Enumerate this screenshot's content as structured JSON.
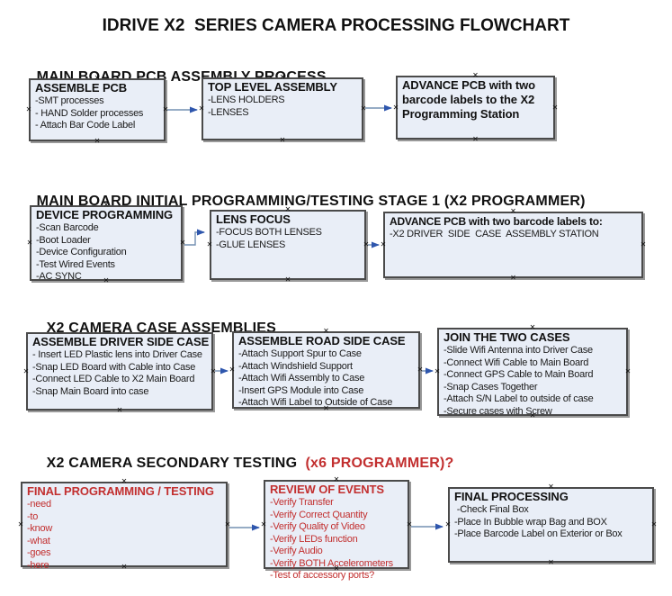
{
  "page_title": "IDRIVE X2  SERIES CAMERA PROCESSING FLOWCHART",
  "colors": {
    "background": "#ffffff",
    "box_fill": "#e9eef7",
    "box_border": "#4a4a4a",
    "box_shadow": "#999999",
    "arrow_line": "#7490b2",
    "arrow_head": "#2e56ad",
    "text_black": "#111111",
    "text_red": "#c22f2f"
  },
  "icons": {
    "connection_handle": "✕"
  },
  "sections": [
    {
      "heading": "MAIN BOARD PCB ASSEMBLY PROCESS",
      "boxes": [
        {
          "title": "ASSEMBLE PCB",
          "items": [
            "-SMT processes",
            "- HAND Solder processes",
            "- Attach Bar Code Label"
          ]
        },
        {
          "title": "TOP LEVEL ASSEMBLY",
          "items": [
            "-LENS HOLDERS",
            "-LENSES"
          ]
        },
        {
          "title": "ADVANCE PCB with two barcode labels to the  X2 Programming Station",
          "items": []
        }
      ]
    },
    {
      "heading": "MAIN BOARD INITIAL PROGRAMMING/TESTING STAGE 1 (X2 PROGRAMMER)",
      "boxes": [
        {
          "title": "DEVICE PROGRAMMING",
          "items": [
            "-Scan Barcode",
            "-Boot Loader",
            "-Device Configuration",
            "-Test Wired Events",
            "-AC SYNC"
          ]
        },
        {
          "title": "LENS FOCUS",
          "items": [
            "-FOCUS BOTH LENSES",
            "-GLUE LENSES"
          ]
        },
        {
          "title": "ADVANCE PCB with two barcode labels to:",
          "items": [
            "-X2 DRIVER  SIDE  CASE  ASSEMBLY STATION"
          ]
        }
      ]
    },
    {
      "heading": "X2 CAMERA CASE ASSEMBLIES",
      "boxes": [
        {
          "title": "ASSEMBLE DRIVER SIDE CASE",
          "items": [
            "- Insert LED Plastic lens into Driver Case",
            "-Snap LED Board with Cable into Case",
            "-Connect LED Cable to X2 Main Board",
            "-Snap Main Board into case"
          ]
        },
        {
          "title": "ASSEMBLE ROAD SIDE CASE",
          "items": [
            "-Attach Support Spur to Case",
            "-Attach Windshield Support",
            "-Attach Wifi Assembly to Case",
            "-Insert GPS Module into Case",
            "-Attach Wifi Label to Outside of Case"
          ]
        },
        {
          "title": "JOIN THE TWO CASES",
          "items": [
            "-Slide Wifi Antenna into Driver Case",
            "-Connect Wifi Cable to Main Board",
            "-Connect GPS Cable to Main Board",
            "-Snap Cases Together",
            "-Attach S/N Label to outside of case",
            "-Secure cases with Screw"
          ]
        }
      ]
    },
    {
      "heading": "X2 CAMERA SECONDARY TESTING",
      "heading_red": "  (x6 PROGRAMMER)?",
      "boxes": [
        {
          "title": "FINAL PROGRAMMING / TESTING",
          "red": true,
          "items": [
            "-need",
            "-to",
            "-know",
            "-what",
            "-goes",
            "-here"
          ]
        },
        {
          "title": "REVIEW OF EVENTS",
          "red": true,
          "items": [
            "-Verify Transfer",
            "-Verify Correct Quantity",
            "-Verify Quality of Video",
            "-Verify LEDs function",
            "-Verify Audio",
            "-Verify BOTH Accelerometers",
            "-Test of accessory ports?"
          ]
        },
        {
          "title": "FINAL PROCESSING",
          "items": [
            " -Check Final Box",
            "-Place In Bubble wrap Bag and BOX",
            "-Place Barcode Label on Exterior or Box"
          ]
        }
      ]
    }
  ]
}
